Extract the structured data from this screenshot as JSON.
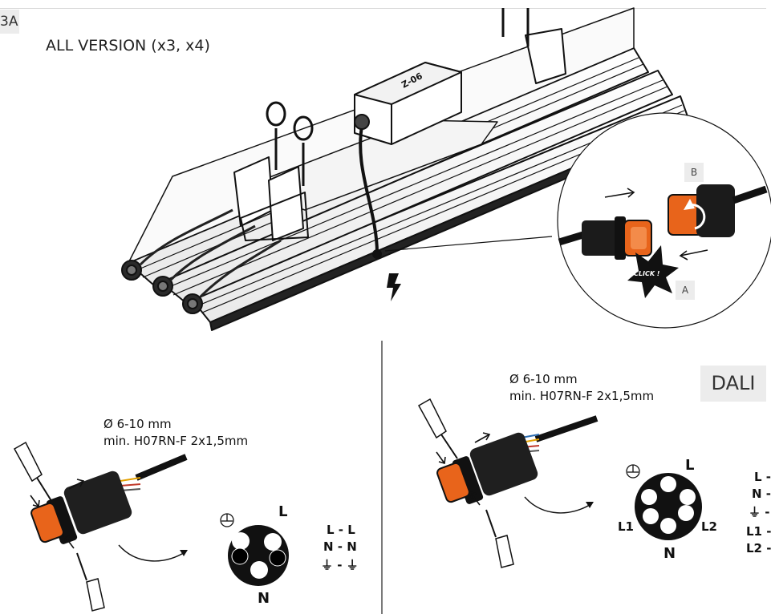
{
  "header": {
    "step_id": "3A",
    "title": "ALL VERSION (x3, x4)"
  },
  "inset": {
    "label_a": "A",
    "label_b": "B",
    "click_text": "CLICK !"
  },
  "left_panel": {
    "cable_diameter": "Ø 6-10 mm",
    "cable_spec": "min. H07RN-F 2x1,5mm",
    "pin_l": "L",
    "pin_n": "N",
    "wiring": [
      "L - L",
      "N - N",
      "⏚ - ⏚"
    ]
  },
  "right_panel": {
    "badge": "DALI",
    "cable_diameter": "Ø 6-10 mm",
    "cable_spec": "min. H07RN-F 2x1,5mm",
    "pin_l": "L",
    "pin_n": "N",
    "pin_l1": "L1",
    "pin_l2": "L2",
    "wiring": [
      "L -",
      "N -",
      "⏚ -",
      "L1 -",
      "L2 -"
    ]
  },
  "colors": {
    "connector_orange": "#e8641b",
    "line": "#111111",
    "badge_bg": "#ececec"
  },
  "icons": [
    "lightning-icon",
    "earth-ground-icon",
    "screwdriver-icon",
    "rotate-arrow-icon"
  ]
}
